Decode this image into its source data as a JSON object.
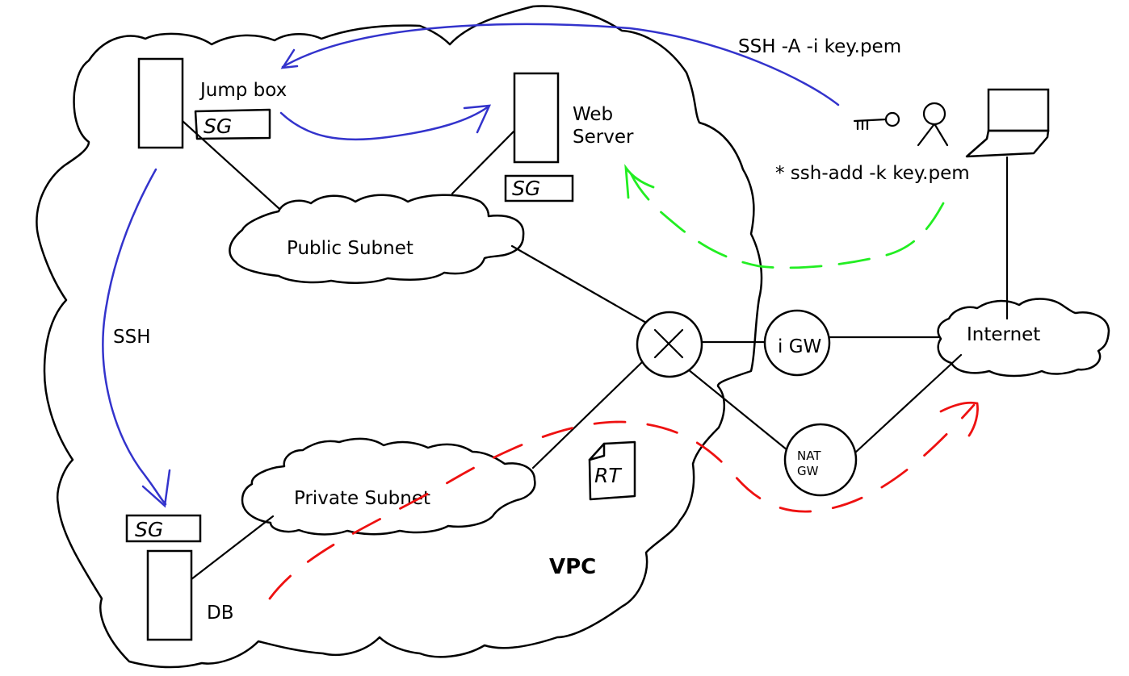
{
  "labels": {
    "jump_box": "Jump box",
    "web_server_line1": "Web",
    "web_server_line2": "Server",
    "public_subnet": "Public Subnet",
    "private_subnet": "Private Subnet",
    "db": "DB",
    "vpc": "VPC",
    "ssh": "SSH",
    "ssh_command": "SSH -A -i key.pem",
    "ssh_add_command": "* ssh-add -k key.pem",
    "igw": "i GW",
    "nat_line1": "NAT",
    "nat_line2": "GW",
    "internet": "Internet",
    "security_group": "SG",
    "route_table": "RT"
  },
  "colors": {
    "ssh_flow": "#3333cc",
    "web_flow": "#22ee22",
    "nat_flow": "#ee1111",
    "outline": "#000000"
  },
  "icons": [
    "router-icon",
    "key-icon",
    "user-icon",
    "laptop-icon",
    "route-table-icon",
    "security-group-icon"
  ]
}
